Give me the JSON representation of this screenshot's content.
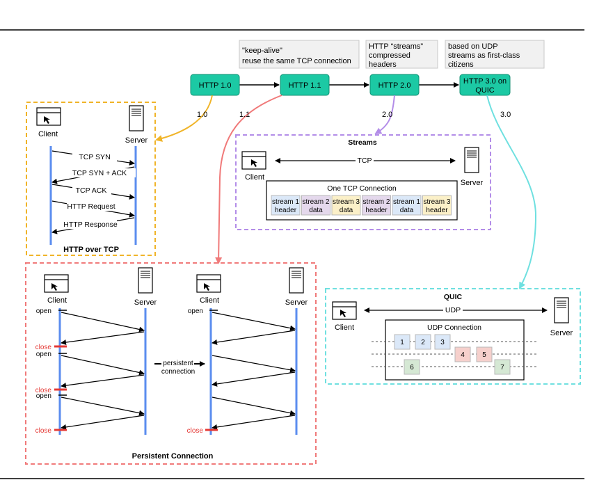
{
  "versions": [
    {
      "label": "HTTP 1.0"
    },
    {
      "label": "HTTP 1.1"
    },
    {
      "label": "HTTP 2.0"
    },
    {
      "label_line1": "HTTP 3.0 on",
      "label_line2": "QUIC"
    }
  ],
  "notes": {
    "http11": [
      "\"keep-alive\"",
      "reuse the same TCP connection"
    ],
    "http2": [
      "HTTP “streams”",
      "compressed",
      "headers"
    ],
    "http3": [
      "based on UDP",
      "streams as first-class",
      "citizens"
    ]
  },
  "arrow_labels": [
    "1.0",
    "1.1",
    "2.0",
    "3.0"
  ],
  "tcp_panel": {
    "title": "HTTP over TCP",
    "client": "Client",
    "server": "Server",
    "messages": [
      "TCP SYN",
      "TCP SYN + ACK",
      "TCP ACK",
      "HTTP Request",
      "HTTP Response"
    ]
  },
  "streams_panel": {
    "title": "Streams",
    "client": "Client",
    "server": "Server",
    "link": "TCP",
    "connection_title": "One TCP Connection",
    "cells": [
      {
        "l1": "stream 1",
        "l2": "header",
        "color": "#dbe8f8"
      },
      {
        "l1": "stream 2",
        "l2": "data",
        "color": "#e4d8ec"
      },
      {
        "l1": "stream 3",
        "l2": "data",
        "color": "#fbf0c8"
      },
      {
        "l1": "stream 2",
        "l2": "header",
        "color": "#e4d8ec"
      },
      {
        "l1": "stream 1",
        "l2": "data",
        "color": "#dbe8f8"
      },
      {
        "l1": "stream 3",
        "l2": "header",
        "color": "#fbf0c8"
      }
    ]
  },
  "persistent_panel": {
    "title": "Persistent Connection",
    "client": "Client",
    "server": "Server",
    "open": "open",
    "close": "close",
    "middle_line1": "persistent",
    "middle_line2": "connection"
  },
  "quic_panel": {
    "title": "QUIC",
    "client": "Client",
    "server": "Server",
    "link": "UDP",
    "connection_title": "UDP Connection",
    "packets": [
      {
        "label": "1",
        "color": "#dbe8f8"
      },
      {
        "label": "2",
        "color": "#dbe8f8"
      },
      {
        "label": "3",
        "color": "#dbe8f8"
      },
      {
        "label": "4",
        "color": "#f6d0cc"
      },
      {
        "label": "5",
        "color": "#f6d0cc"
      },
      {
        "label": "6",
        "color": "#d5e8d4"
      },
      {
        "label": "7",
        "color": "#d5e8d4"
      }
    ]
  },
  "colors": {
    "version_fill": "#1cc9a4",
    "version_border": "#0f8f72",
    "tcp_border": "#f0b429",
    "streams_border": "#b38de8",
    "persistent_border": "#f07a7a",
    "quic_border": "#6fe0e0",
    "lifeline": "#5b8def",
    "close": "#e53935"
  }
}
